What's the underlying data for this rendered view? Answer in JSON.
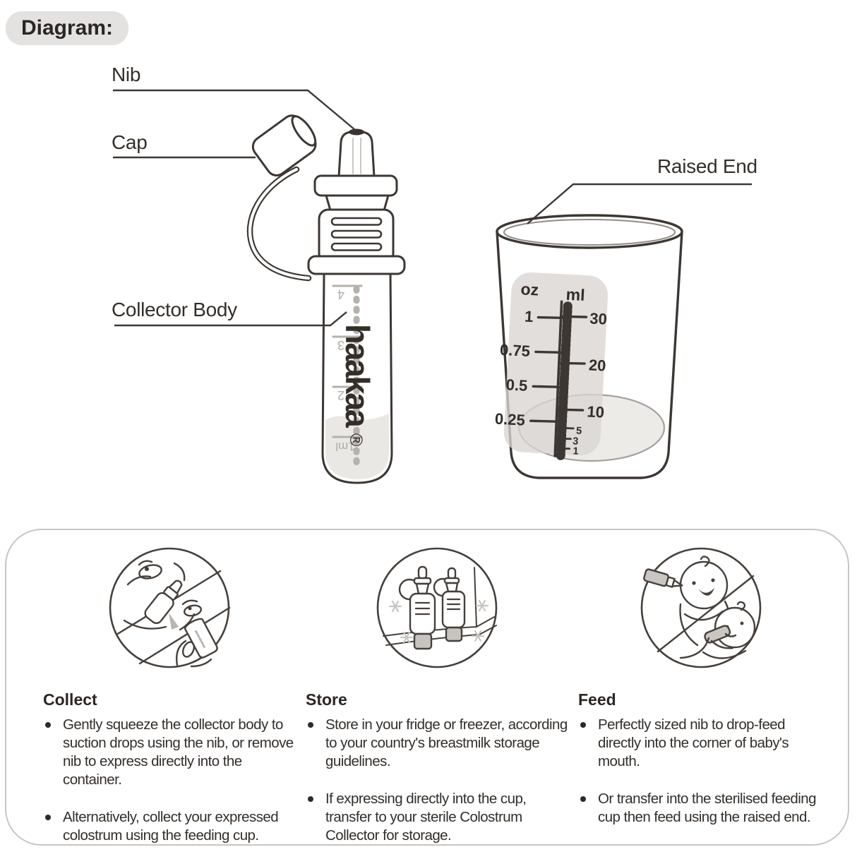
{
  "page": {
    "title": "Diagram:"
  },
  "diagram": {
    "labels": {
      "nib": "Nib",
      "cap": "Cap",
      "collector_body": "Collector Body",
      "raised_end": "Raised End"
    },
    "bottle": {
      "brand": "haakaa",
      "reg": "®",
      "scale_marks": [
        "4",
        "3",
        "2",
        "1ml"
      ]
    },
    "cup": {
      "oz_header": "oz",
      "ml_header": "ml",
      "oz_values": [
        "1",
        "0.75",
        "0.5",
        "0.25"
      ],
      "ml_values": [
        "30",
        "20",
        "10",
        "5",
        "3",
        "1"
      ]
    }
  },
  "sections": [
    {
      "title": "Collect",
      "icon": "collect-illustration",
      "bullets": [
        "Gently squeeze the collector body to suction drops using the nib, or remove nib to express directly into the container.",
        "Alternatively, collect your expressed colostrum using the feeding cup."
      ]
    },
    {
      "title": "Store",
      "icon": "store-illustration",
      "bullets": [
        "Store in your fridge or freezer, according to your country's breastmilk storage guidelines.",
        "If expressing directly into the cup, transfer to your sterile Colostrum Collector for storage."
      ]
    },
    {
      "title": "Feed",
      "icon": "feed-illustration",
      "bullets": [
        "Perfectly sized nib to drop-feed directly into the corner of baby's mouth.",
        "Or transfer into the sterilised feeding cup then feed using the raised end."
      ]
    }
  ],
  "colors": {
    "line": "#3c3733",
    "text": "#2e2925",
    "pill_bg": "#e4e2e0",
    "panel_border": "#c9c6c3",
    "label_panel_gray": "#d8d5d2",
    "liquid_gray": "#eae8e5",
    "scale_gray": "#b2aeaa"
  }
}
